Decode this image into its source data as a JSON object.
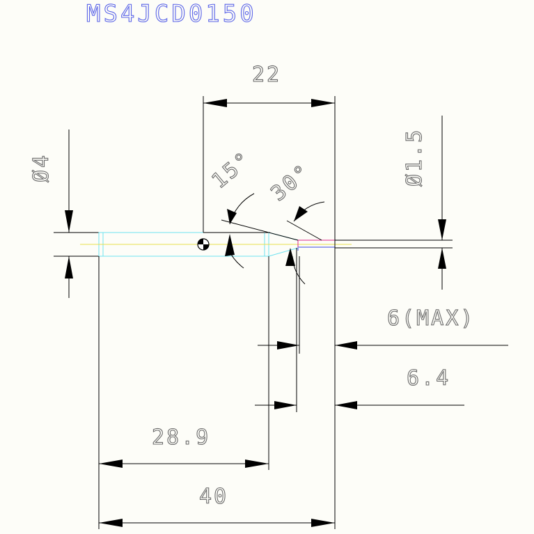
{
  "title": "MS4JCD0150",
  "dimensions": {
    "top_length": "22",
    "left_diameter": "Ø4",
    "right_diameter": "Ø1.5",
    "angle_15": "15°",
    "angle_30": "30°",
    "max_length": "6(MAX)",
    "length_6_4": "6.4",
    "length_28_9": "28.9",
    "length_40": "40"
  },
  "colors": {
    "title": "#5a64e8",
    "dimension_text": "#6a6a6a",
    "body_outline": "#6fe3f0",
    "center_line": "#e8e04a",
    "tip_outline": "#e02a8a",
    "tip_blue": "#3a46e0"
  }
}
